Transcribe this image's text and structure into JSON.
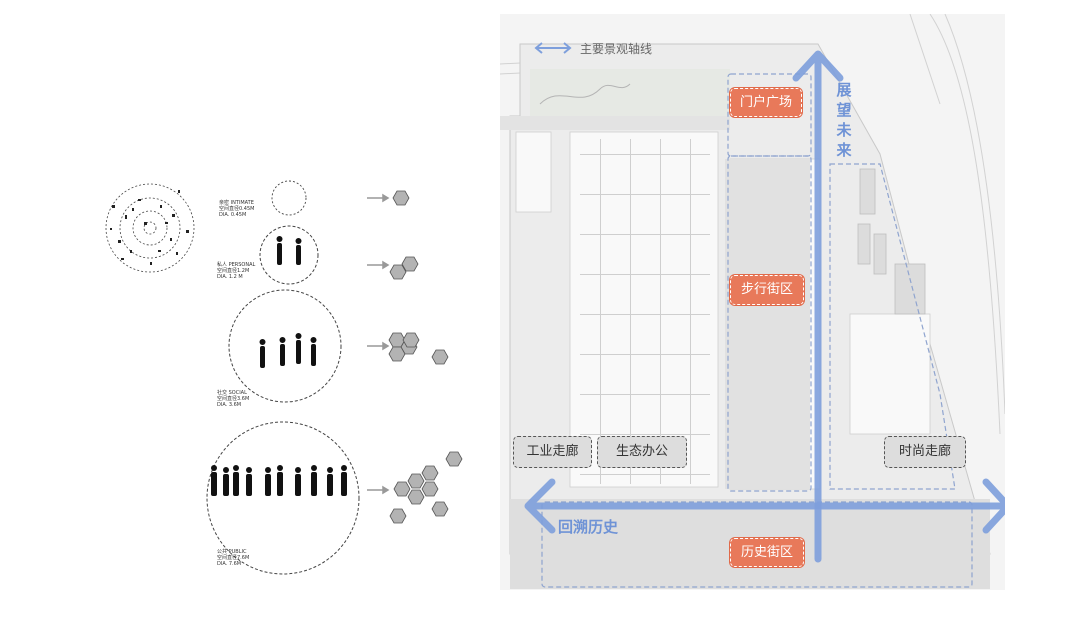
{
  "left_panel": {
    "levels": [
      {
        "zh": "亲密 INTIMATE",
        "cn_dist": "空间直径0.45M",
        "dia": "DIA. 0.45M"
      },
      {
        "zh": "私人 PERSONAL",
        "cn_dist": "空间直径1.2M",
        "dia": "DIA. 1.2 M"
      },
      {
        "zh": "社交 SOCIAL",
        "cn_dist": "空间直径3.6M",
        "dia": "DIA. 3.6M"
      },
      {
        "zh": "公共 PUBLIC",
        "cn_dist": "空间直径7.6M",
        "dia": "DIA. 7.6M"
      }
    ]
  },
  "map": {
    "legend_label": "主要景观轴线",
    "zones": {
      "gateway_plaza": "门户广场",
      "pedestrian_street": "步行街区",
      "industrial_corridor": "工业走廊",
      "eco_office": "生态办公",
      "fashion_corridor": "时尚走廊",
      "historic_street": "历史街区"
    },
    "axis_labels": {
      "vertical": "展望未来",
      "horizontal": "回溯历史"
    },
    "colors": {
      "axis_blue": "#7e9fdc",
      "zone_orange": "#e8795a",
      "zone_gray": "#dddddd"
    }
  }
}
